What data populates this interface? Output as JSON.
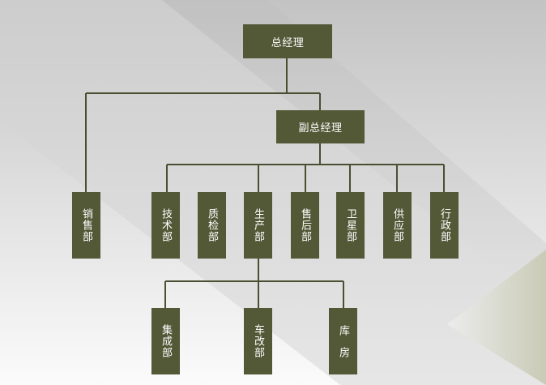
{
  "colors": {
    "box_fill": "#535837",
    "connector": "#4a4f32",
    "text": "#ffffff"
  },
  "org": {
    "ceo": "总经理",
    "deputy": "副总经理",
    "departments": {
      "sales": "销售部",
      "tech": "技术部",
      "qc": "质检部",
      "production": "生产部",
      "after_sales": "售后部",
      "satellite": "卫星部",
      "supply": "供应部",
      "admin": "行政部"
    },
    "sub_units": {
      "integration": "集成部",
      "vehicle_mod": "车改部",
      "warehouse": "库房"
    }
  }
}
